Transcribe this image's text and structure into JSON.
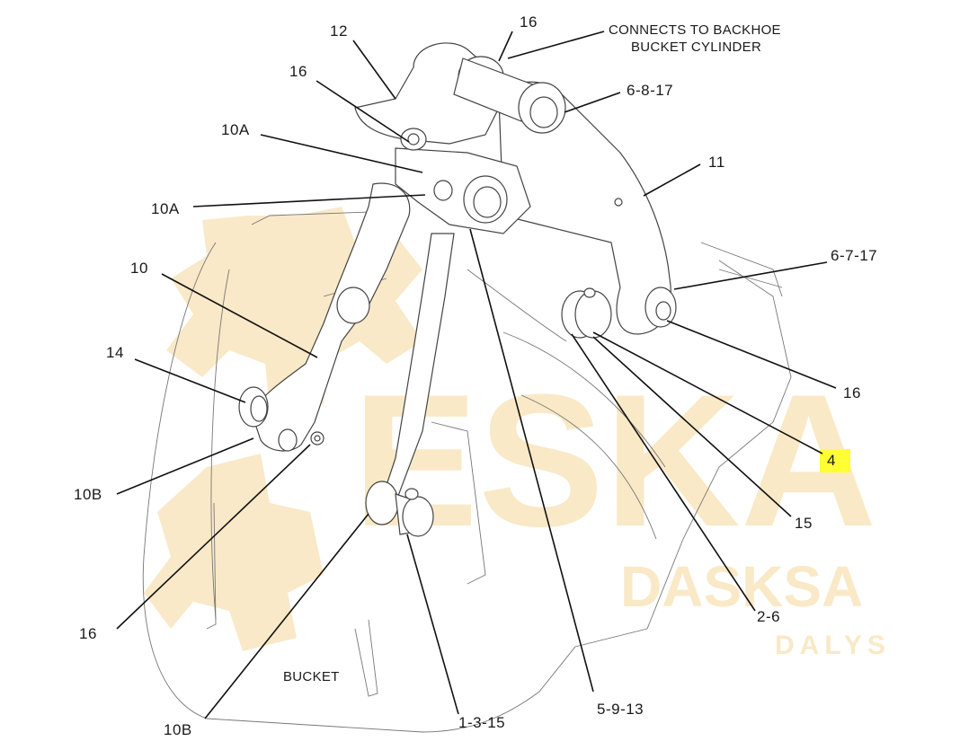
{
  "labels": {
    "l12": "12",
    "l16_top": "16",
    "l16_upper": "16",
    "l10A_upper": "10A",
    "l10A_lower": "10A",
    "l10": "10",
    "l14": "14",
    "l10B_left": "10B",
    "l16_left": "16",
    "l10B_bottom": "10B",
    "l1_3_15": "1-3-15",
    "l5_9_13": "5-9-13",
    "l2_6": "2-6",
    "l15": "15",
    "l4": "4",
    "l16_right": "16",
    "l6_7_17": "6-7-17",
    "l11": "11",
    "l6_8_17": "6-8-17"
  },
  "notes": {
    "connects_line1": "CONNECTS TO BACKHOE",
    "connects_line2": "BUCKET CYLINDER",
    "bucket": "BUCKET"
  },
  "watermark": {
    "main": "ESKA",
    "sub1": "DASKSA",
    "sub2": "DALYS"
  },
  "highlight_color": "#ffff33",
  "watermark_color": "#f7e2b5"
}
